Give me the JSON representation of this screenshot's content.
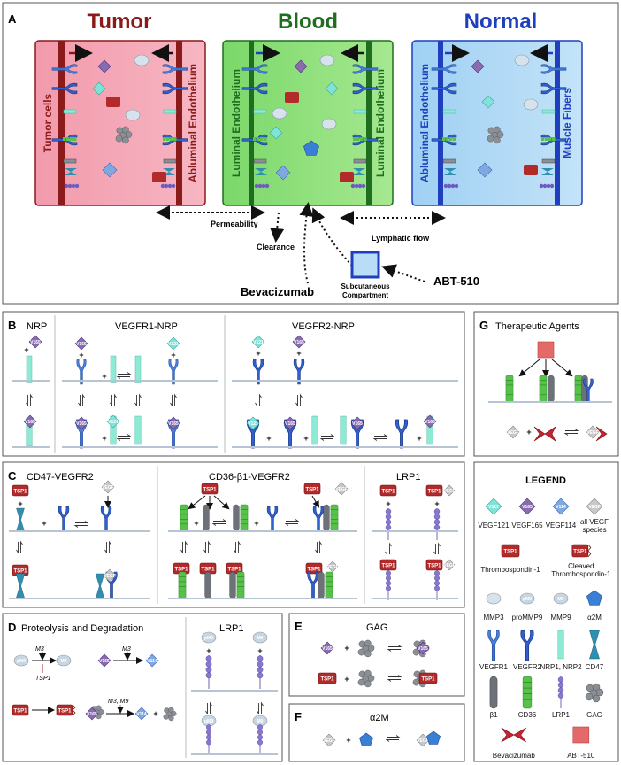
{
  "panel_a": {
    "letter": "A",
    "tumor": {
      "title": "Tumor",
      "left_label": "Tumor cells",
      "right_label": "Abluminal Endothelium"
    },
    "blood": {
      "title": "Blood",
      "left_label": "Luminal Endothelium",
      "right_label": "Luminal Endothelium"
    },
    "normal": {
      "title": "Normal",
      "left_label": "Abluminal Endothelium",
      "right_label": "Muscle Fibers"
    },
    "flows": {
      "permeability": "Permeability",
      "clearance": "Clearance",
      "lymphatic": "Lymphatic flow",
      "subq_line1": "Subcutaneous",
      "subq_line2": "Compartment",
      "bevacizumab": "Bevacizumab",
      "abt510": "ABT-510"
    }
  },
  "panel_b": {
    "letter": "B",
    "sections": [
      "NRP",
      "VEGFR1-NRP",
      "VEGFR2-NRP"
    ]
  },
  "panel_c": {
    "letter": "C",
    "sections": [
      "CD47-VEGFR2",
      "CD36-β1-VEGFR2",
      "LRP1"
    ]
  },
  "panel_d": {
    "letter": "D",
    "title": "Proteolysis and Degradation",
    "lrp_title": "LRP1",
    "enzyme1": "M3",
    "inhibitor": "TSP1",
    "enzyme2": "M3, M9"
  },
  "panel_e": {
    "letter": "E",
    "title": "GAG"
  },
  "panel_f": {
    "letter": "F",
    "title": "α2M"
  },
  "panel_g": {
    "letter": "G",
    "title": "Therapeutic Agents"
  },
  "legend": {
    "title": "LEGEND",
    "items": [
      {
        "label": "VEGF121",
        "icon": "vegf121-icon"
      },
      {
        "label": "VEGF165",
        "icon": "vegf165-icon"
      },
      {
        "label": "VEGF114",
        "icon": "vegf114-icon"
      },
      {
        "label": "all VEGF species",
        "icon": "vegf-all-icon"
      },
      {
        "label": "Thrombospondin-1",
        "icon": "tsp1-icon"
      },
      {
        "label": "Cleaved Thrombospondin-1",
        "icon": "tsp1-cleaved-icon"
      },
      {
        "label": "MMP3",
        "icon": "mmp3-icon"
      },
      {
        "label": "proMMP9",
        "icon": "prommp9-icon"
      },
      {
        "label": "MMP9",
        "icon": "mmp9-icon"
      },
      {
        "label": "α2M",
        "icon": "a2m-icon"
      },
      {
        "label": "VEGFR1",
        "icon": "vegfr1-icon"
      },
      {
        "label": "VEGFR2",
        "icon": "vegfr2-icon"
      },
      {
        "label": "NRP1, NRP2",
        "icon": "nrp-icon"
      },
      {
        "label": "CD47",
        "icon": "cd47-icon"
      },
      {
        "label": "β1",
        "icon": "beta1-icon"
      },
      {
        "label": "CD36",
        "icon": "cd36-icon"
      },
      {
        "label": "LRP1",
        "icon": "lrp1-icon"
      },
      {
        "label": "GAG",
        "icon": "gag-icon"
      },
      {
        "label": "Bevacizumab",
        "icon": "bevacizumab-icon"
      },
      {
        "label": "ABT-510",
        "icon": "abt510-icon"
      }
    ]
  },
  "molecule_labels": {
    "v165": "V165",
    "v121": "V121",
    "v114": "V114",
    "vegf": "VEGF",
    "tsp1": "TSP1",
    "m9": "M9",
    "pm9": "pM9"
  },
  "colors": {
    "tumor_title": "#8b1a1a",
    "blood_title": "#1f6e1f",
    "normal_title": "#1f3fbf",
    "tumor_bg": "#f5a7b5",
    "blood_bg": "#8fe07a",
    "normal_bg": "#aed8f5",
    "vegf165": "#8a6bb0",
    "vegf121": "#7fe3d8",
    "vegf114": "#7fa8e0",
    "tsp1": "#b22a2a",
    "receptor": "#3b6fd6",
    "nrp": "#7fe3c8",
    "cd36": "#3aa63a"
  }
}
